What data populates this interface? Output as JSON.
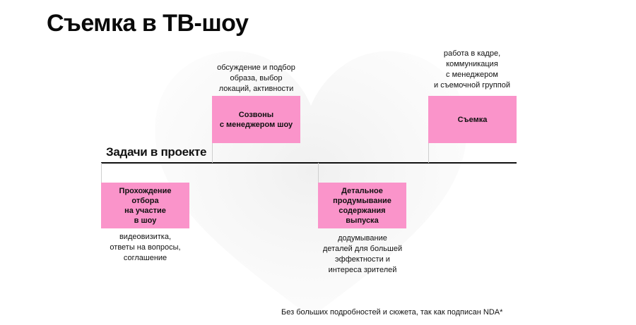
{
  "title": "Съемка в ТВ-шоу",
  "section_label": "Задачи в проекте",
  "tasks": [
    {
      "label": "Прохождение\nотбора\nна участие\nв шоу",
      "note": "видеовизитка,\nответы на вопросы,\nсоглашение"
    },
    {
      "label": "Созвоны\nс менеджером шоу",
      "note": "обсуждение и подбор\nобраза, выбор\nлокаций, активности"
    },
    {
      "label": "Детальное\nпродумывание\nсодержания\nвыпуска",
      "note": "додумывание\nдеталей для большей\nэффектности и\nинтереса зрителей"
    },
    {
      "label": "Съемка",
      "note": "работа в кадре,\nкоммуникация\nс менеджером\nи съемочной группой"
    }
  ],
  "footnote": "Без больших подробностей и сюжета, так как подписан NDA*",
  "colors": {
    "task_fill": "#fa94ca",
    "axis": "#111111",
    "connector": "#cfcfcf"
  }
}
